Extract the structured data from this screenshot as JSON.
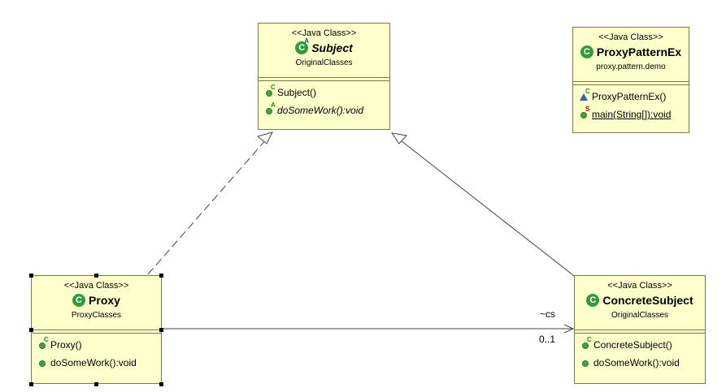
{
  "classes": {
    "subject": {
      "stereotype": "<<Java Class>>",
      "icon": "abstract-class-icon",
      "icon_letter": "C",
      "icon_superscript": "A",
      "name": "Subject",
      "package": "OriginalClasses",
      "members": [
        {
          "icon": "public-constructor-icon",
          "superscript": "C",
          "text": "Subject()"
        },
        {
          "icon": "public-abstract-method-icon",
          "superscript": "A",
          "text": "doSomeWork():void"
        }
      ]
    },
    "proxy_pattern_ex": {
      "stereotype": "<<Java Class>>",
      "icon": "class-icon",
      "icon_letter": "C",
      "name": "ProxyPatternEx",
      "package": "proxy.pattern.demo",
      "members": [
        {
          "icon": "package-constructor-icon",
          "superscript": "C",
          "text": "ProxyPatternEx()"
        },
        {
          "icon": "public-static-method-icon",
          "superscript": "S",
          "text": "main(String[]):void"
        }
      ]
    },
    "proxy": {
      "stereotype": "<<Java Class>>",
      "icon": "class-icon",
      "icon_letter": "C",
      "name": "Proxy",
      "package": "ProxyClasses",
      "members": [
        {
          "icon": "public-constructor-icon",
          "superscript": "C",
          "text": "Proxy()"
        },
        {
          "icon": "public-method-icon",
          "superscript": "",
          "text": "doSomeWork():void"
        }
      ]
    },
    "concrete_subject": {
      "stereotype": "<<Java Class>>",
      "icon": "class-icon",
      "icon_letter": "C",
      "name": "ConcreteSubject",
      "package": "OriginalClasses",
      "members": [
        {
          "icon": "public-constructor-icon",
          "superscript": "C",
          "text": "ConcreteSubject()"
        },
        {
          "icon": "public-method-icon",
          "superscript": "",
          "text": "doSomeWork():void"
        }
      ]
    }
  },
  "association": {
    "role": "~cs",
    "multiplicity": "0..1"
  },
  "colors": {
    "class_fill": "#ffffcc",
    "class_border": "#7a7a4a",
    "class_icon": "#2f9c3c",
    "method_icon": "#3fa33f",
    "package_icon": "#2b63c9"
  }
}
